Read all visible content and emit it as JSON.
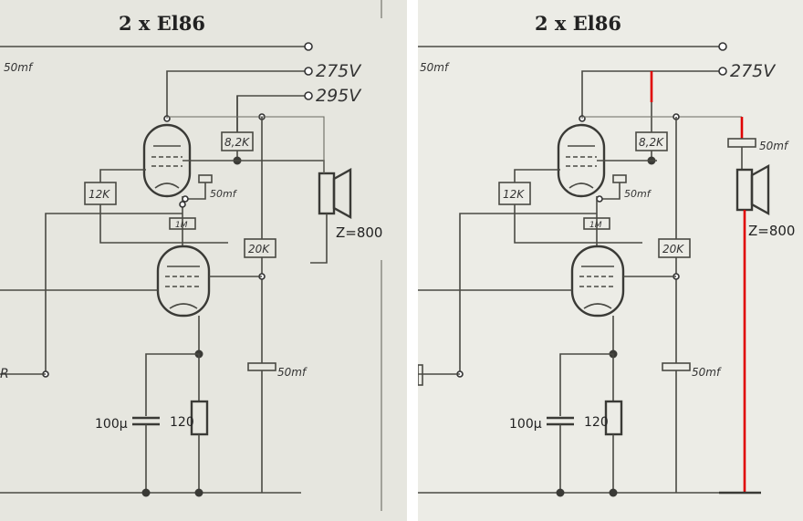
{
  "panels": [
    {
      "title": "2 x El86",
      "labels": {
        "v275": "275V",
        "v295": "295V",
        "r82k": "8,2K",
        "r12k": "12K",
        "c50a": "50mf",
        "r1m": "1M",
        "r20k": "20K",
        "c50b": "50mf",
        "imp": "Z=800",
        "c100": "100μ",
        "r120": "120",
        "c50edge": "50mf",
        "edgeR": "R"
      }
    },
    {
      "title": "2 x El86",
      "labels": {
        "v275": "275V",
        "r82k": "8,2K",
        "r12k": "12K",
        "c50a": "50mf",
        "r1m": "1M",
        "r20k": "20K",
        "c50b": "50mf",
        "c50c": "50mf",
        "imp": "Z=800",
        "c100": "100μ",
        "r120": "120",
        "c50edge": "50mf"
      }
    }
  ],
  "colors": {
    "wire": "#4a4a44",
    "modification": "#e00000",
    "paper": "#e6e6df"
  }
}
